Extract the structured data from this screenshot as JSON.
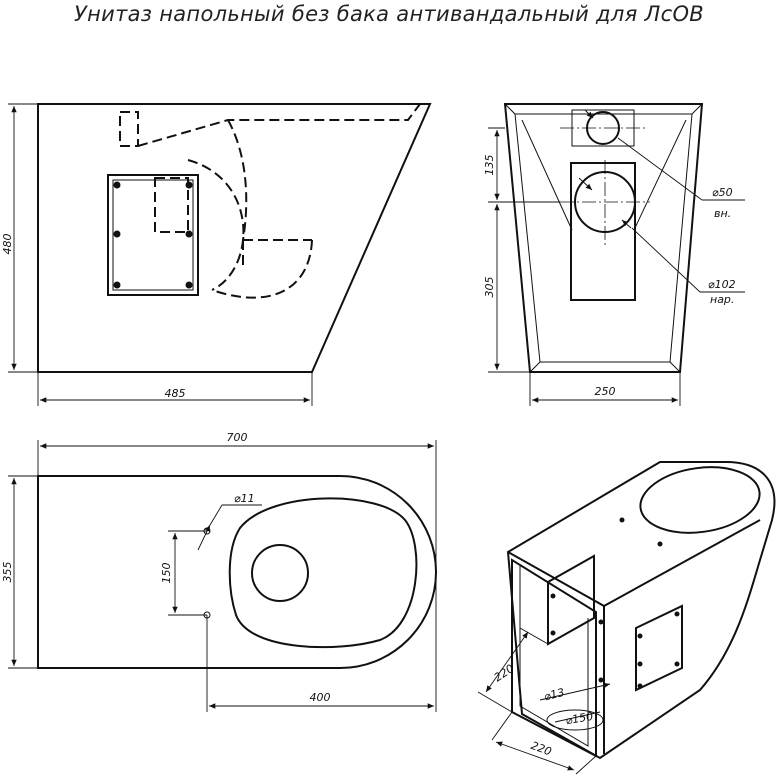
{
  "title": "Унитаз напольный без бака антивандальный для ЛсОВ",
  "dims": {
    "side_height": "480",
    "side_width": "485",
    "front_135": "135",
    "front_305": "305",
    "front_250": "250",
    "pipe_small": "⌀50",
    "pipe_small_note": "вн.",
    "pipe_large": "⌀102",
    "pipe_large_note": "нар.",
    "top_700": "700",
    "top_355": "355",
    "top_hole": "⌀11",
    "top_150": "150",
    "top_400": "400",
    "iso_220_a": "220",
    "iso_220_b": "220",
    "iso_13": "⌀13",
    "iso_150": "⌀150"
  }
}
